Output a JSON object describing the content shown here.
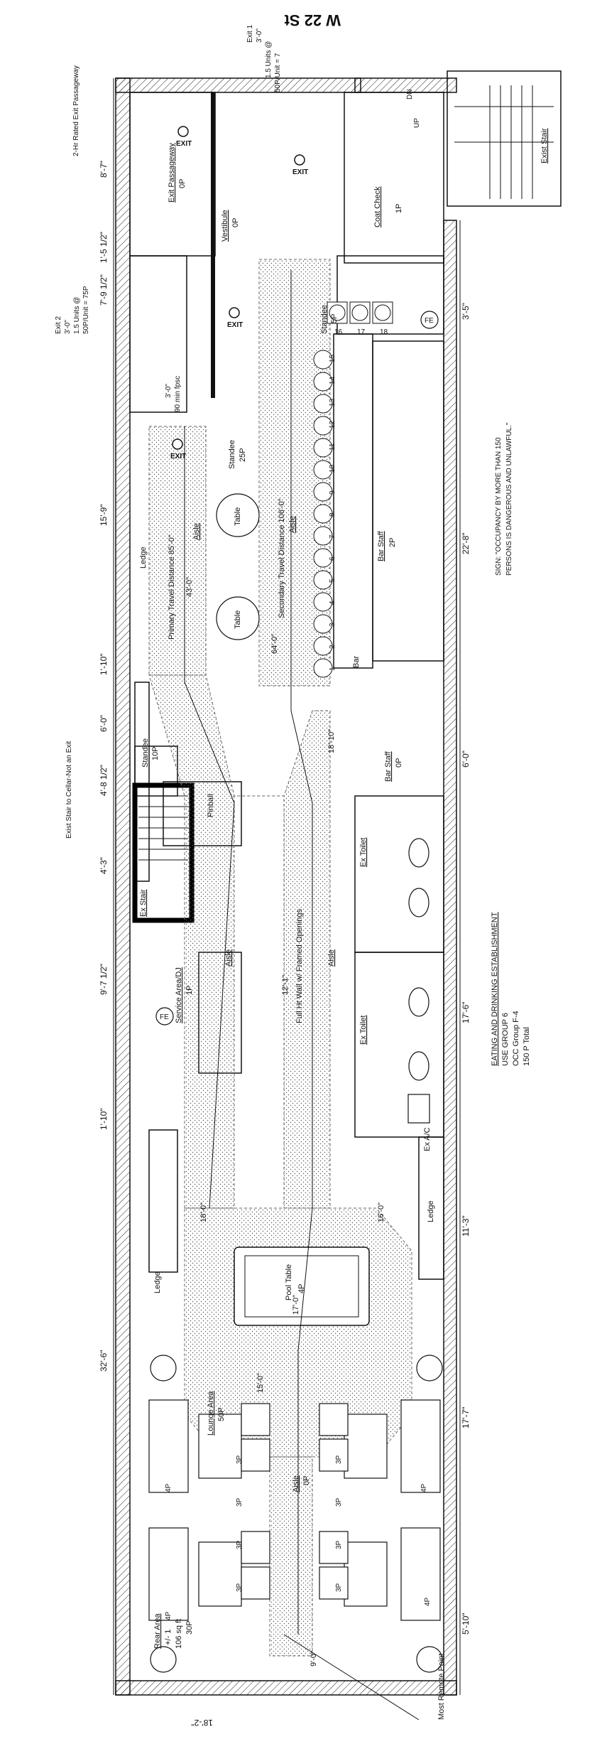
{
  "street": "W 22 St",
  "exits": {
    "exit1": {
      "title": "Exit 1",
      "width": "3'-0\"",
      "units": "1.5 Units @",
      "capacity": "50P/Unit = 7"
    },
    "exit2": {
      "title": "Exit 2",
      "width": "3'-0\"",
      "units": "1.5 Units @",
      "capacity": "50P/Unit = 75P"
    },
    "door_c": {
      "width": "3'-0\"",
      "rating": "90 min fpsc"
    },
    "exit_sign": "EXIT"
  },
  "notes": {
    "rated_passageway": "2-Hr Rated Exit Passageway",
    "exist_stair_cellar": "Exist Stair to Cellar-Not an Exit",
    "sign_line1": "SIGN: \"OCCUPANCY BY MORE THAN 150",
    "sign_line2": "PERSONS IS DANGEROUS AND UNLAWFUL.\"",
    "est_title": "EATING AND DRINKING ESTABLISHMENT",
    "est_use": "USE GROUP 6",
    "est_occ": "OCC Group F-4",
    "est_total": "150 P Total"
  },
  "rooms": {
    "exit_passageway": "Exit Passageway",
    "exit_passageway_occ": "0P",
    "vestibule": "Vestibule",
    "vestibule_occ": "0P",
    "coat_check": "Coat Check",
    "coat_check_occ": "1P",
    "exist_stair": "Exist Stair",
    "standee_top": "Standee",
    "standee_top_occ": "5P",
    "standee_main": "Standee",
    "standee_main_occ": "25P",
    "standee_small": "Standee",
    "standee_small_occ": "10P",
    "bar_staff1": "Bar Staff",
    "bar_staff1_occ": "2P",
    "bar_staff2": "Bar Staff",
    "bar_staff2_occ": "0P",
    "bar": "Bar",
    "ledge": "Ledge",
    "pinball": "Pinball",
    "ex_stair": "Ex Stair",
    "service": "Service Area/DJ",
    "service_occ": "1P",
    "ex_toilet": "Ex Toilet",
    "pool_table": "Pool Table",
    "pool_table_occ": "4P",
    "lounge": "Lounge Area",
    "lounge_occ": "50P",
    "rear": "Rear Area",
    "rear_line2": "+/- 1",
    "rear_sqft": "106 sq ft",
    "rear_occ": "30P",
    "table": "Table",
    "aisle": "Aisle",
    "aisle_occ": "0P",
    "ac": "Ex A/C",
    "full_wall": "Full Ht Wall w/ Framed Openings",
    "most_remote": "Most Remote Point",
    "fe": "FE"
  },
  "travel": {
    "primary": "Primary Travel Distance 85'-0\"",
    "secondary": "Secondary Travel Distance 106'-0\"",
    "pa": "43'-0\"",
    "pb": "64'-0\"",
    "pc": "12'-1\"",
    "pd": "18'-0\"",
    "pe": "16'-0\"",
    "pf": "15'-0\"",
    "pg": "17'-0\"",
    "ph": "18'-10\"",
    "pi": "9'-0\""
  },
  "dims_left": [
    "8'-7\"",
    "1'-5 1/2\"",
    "7'-9 1/2\"",
    "15'-9\"",
    "1'-10\"",
    "6'-0\"",
    "4'-8 1/2\"",
    "4'-3\"",
    "9'-7 1/2\"",
    "1'-10\"",
    "32'-6\"",
    "18'-2\""
  ],
  "dims_right": [
    "3'-5\"",
    "22'-8\"",
    "6'-0\"",
    "17'-6\"",
    "11'-3\"",
    "17'-7\"",
    "5'-10\""
  ],
  "seat_numbers": [
    "1",
    "2",
    "3",
    "4",
    "5",
    "6",
    "7",
    "8",
    "9",
    "10",
    "11",
    "12",
    "13",
    "14",
    "15",
    "16",
    "17",
    "18"
  ],
  "lounge_seats": [
    "4P",
    "3P",
    "3P",
    "3P",
    "3P",
    "4P",
    "4P",
    "3P",
    "3P",
    "3P",
    "3P",
    "4P"
  ],
  "misc": {
    "up": "UP",
    "dn": "DN",
    "fpsc": "fpsc",
    "p2": "2P",
    "five_p": "5P"
  }
}
